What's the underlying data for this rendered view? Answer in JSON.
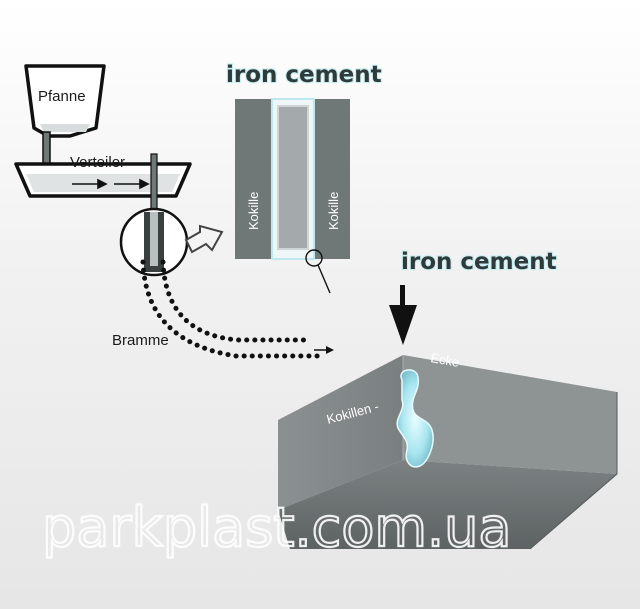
{
  "labels": {
    "ladle": "Pfanne",
    "tundish": "Verteiler",
    "slab": "Bramme",
    "mold_left": "Kokille",
    "mold_right": "Kokille",
    "mold_wall": "Kokillen -",
    "corner": "Ecke"
  },
  "brand": {
    "top": "iron cement",
    "right": "iron cement"
  },
  "watermark": "parkplast.com.ua",
  "colors": {
    "background": "#f1f1f1",
    "steel_gray": "#6f7777",
    "mold_wall": "#8a8f90",
    "cement_glow": "#a8e6f0",
    "arrow": "#111111"
  }
}
